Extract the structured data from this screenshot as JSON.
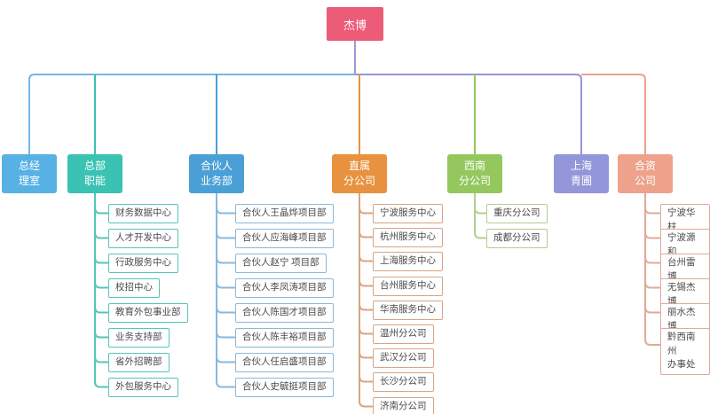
{
  "org_chart": {
    "root": {
      "label": "杰博",
      "color": "#ec5b78",
      "stub_line_color": "#9b9cd9"
    },
    "branches": [
      {
        "label": "总经\n理室",
        "color": "#58b1e4",
        "line_color": "#74b7e3",
        "children": []
      },
      {
        "label": "总部\n职能",
        "color": "#3ac2b2",
        "line_color": "#3ac2b2",
        "child_line_color": "#54c6b8",
        "children": [
          "财务数据中心",
          "人才开发中心",
          "行政服务中心",
          "校招中心",
          "教育外包事业部",
          "业务支持部",
          "省外招聘部",
          "外包服务中心"
        ]
      },
      {
        "label": "合伙人\n业务部",
        "color": "#4aa0d6",
        "line_color": "#4aa0d6",
        "child_line_color": "#8bb8da",
        "children": [
          "合伙人王晶烨项目部",
          "合伙人应海峰项目部",
          "合伙人赵宁 项目部",
          "合伙人李凤涛项目部",
          "合伙人陈国才项目部",
          "合伙人陈丰裕项目部",
          "合伙人任启盛项目部",
          "合伙人史毓挺项目部"
        ]
      },
      {
        "label": "直属\n分公司",
        "color": "#e8923f",
        "line_color": "#e8923f",
        "child_line_color": "#d8a583",
        "children": [
          "宁波服务中心",
          "杭州服务中心",
          "上海服务中心",
          "台州服务中心",
          "华南服务中心",
          "温州分公司",
          "武汉分公司",
          "长沙分公司",
          "济南分公司"
        ]
      },
      {
        "label": "西南\n分公司",
        "color": "#94c85e",
        "line_color": "#94c85e",
        "child_line_color": "#b0cf90",
        "children": [
          "重庆分公司",
          "成都分公司"
        ]
      },
      {
        "label": "上海\n青圃",
        "color": "#9496da",
        "line_color": "#9496da",
        "children": []
      },
      {
        "label": "合资\n公司",
        "color": "#eea28b",
        "line_color": "#eea28b",
        "child_line_color": "#dfab98",
        "children": [
          "宁波华柱",
          "宁波源和",
          "台州雷博",
          "无锡杰博",
          "丽水杰博",
          "黔西南州\n办事处"
        ]
      }
    ]
  }
}
